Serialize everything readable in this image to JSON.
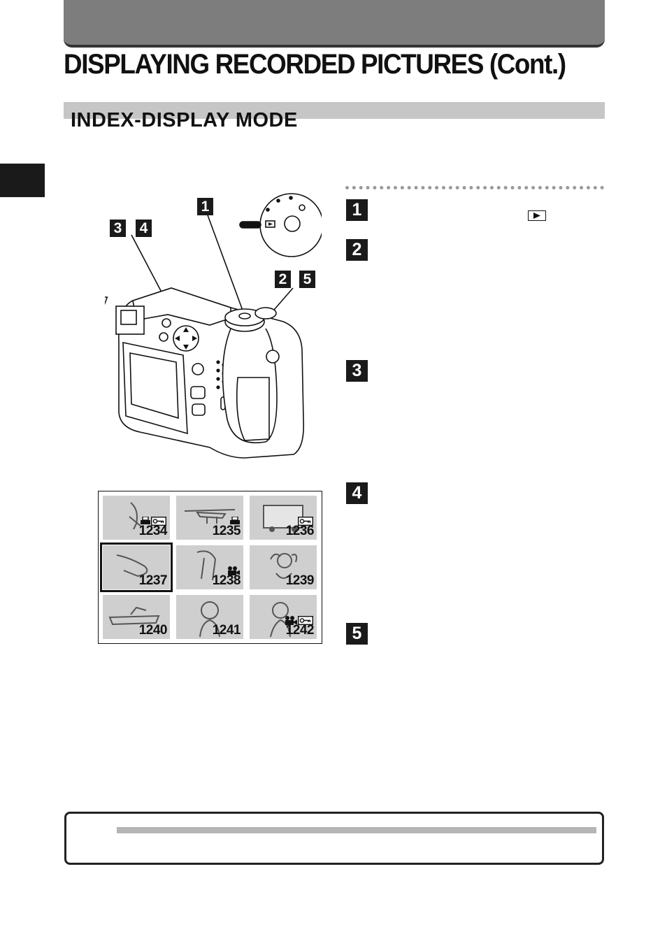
{
  "page": {
    "title": "DISPLAYING RECORDED PICTURES (Cont.)",
    "section_title": "INDEX-DISPLAY MODE"
  },
  "steps": [
    {
      "label": "1"
    },
    {
      "label": "2"
    },
    {
      "label": "3"
    },
    {
      "label": "4"
    },
    {
      "label": "5"
    }
  ],
  "callouts": {
    "dial": "1",
    "arrow_a": "3",
    "arrow_b": "4",
    "zoom_a": "2",
    "zoom_b": "5"
  },
  "index_display": {
    "thumbnails": [
      {
        "number": "1234",
        "badges": [
          "print-icon",
          "protect-key-icon"
        ],
        "selected": false
      },
      {
        "number": "1235",
        "badges": [
          "print-icon"
        ],
        "selected": false
      },
      {
        "number": "1236",
        "badges": [
          "protect-key-icon"
        ],
        "selected": false
      },
      {
        "number": "1237",
        "badges": [],
        "selected": true
      },
      {
        "number": "1238",
        "badges": [
          "movie-icon"
        ],
        "selected": false
      },
      {
        "number": "1239",
        "badges": [],
        "selected": false
      },
      {
        "number": "1240",
        "badges": [],
        "selected": false
      },
      {
        "number": "1241",
        "badges": [],
        "selected": false
      },
      {
        "number": "1242",
        "badges": [
          "movie-icon",
          "protect-key-icon"
        ],
        "selected": false
      }
    ]
  },
  "icons": {
    "play": "play-mode-icon"
  }
}
